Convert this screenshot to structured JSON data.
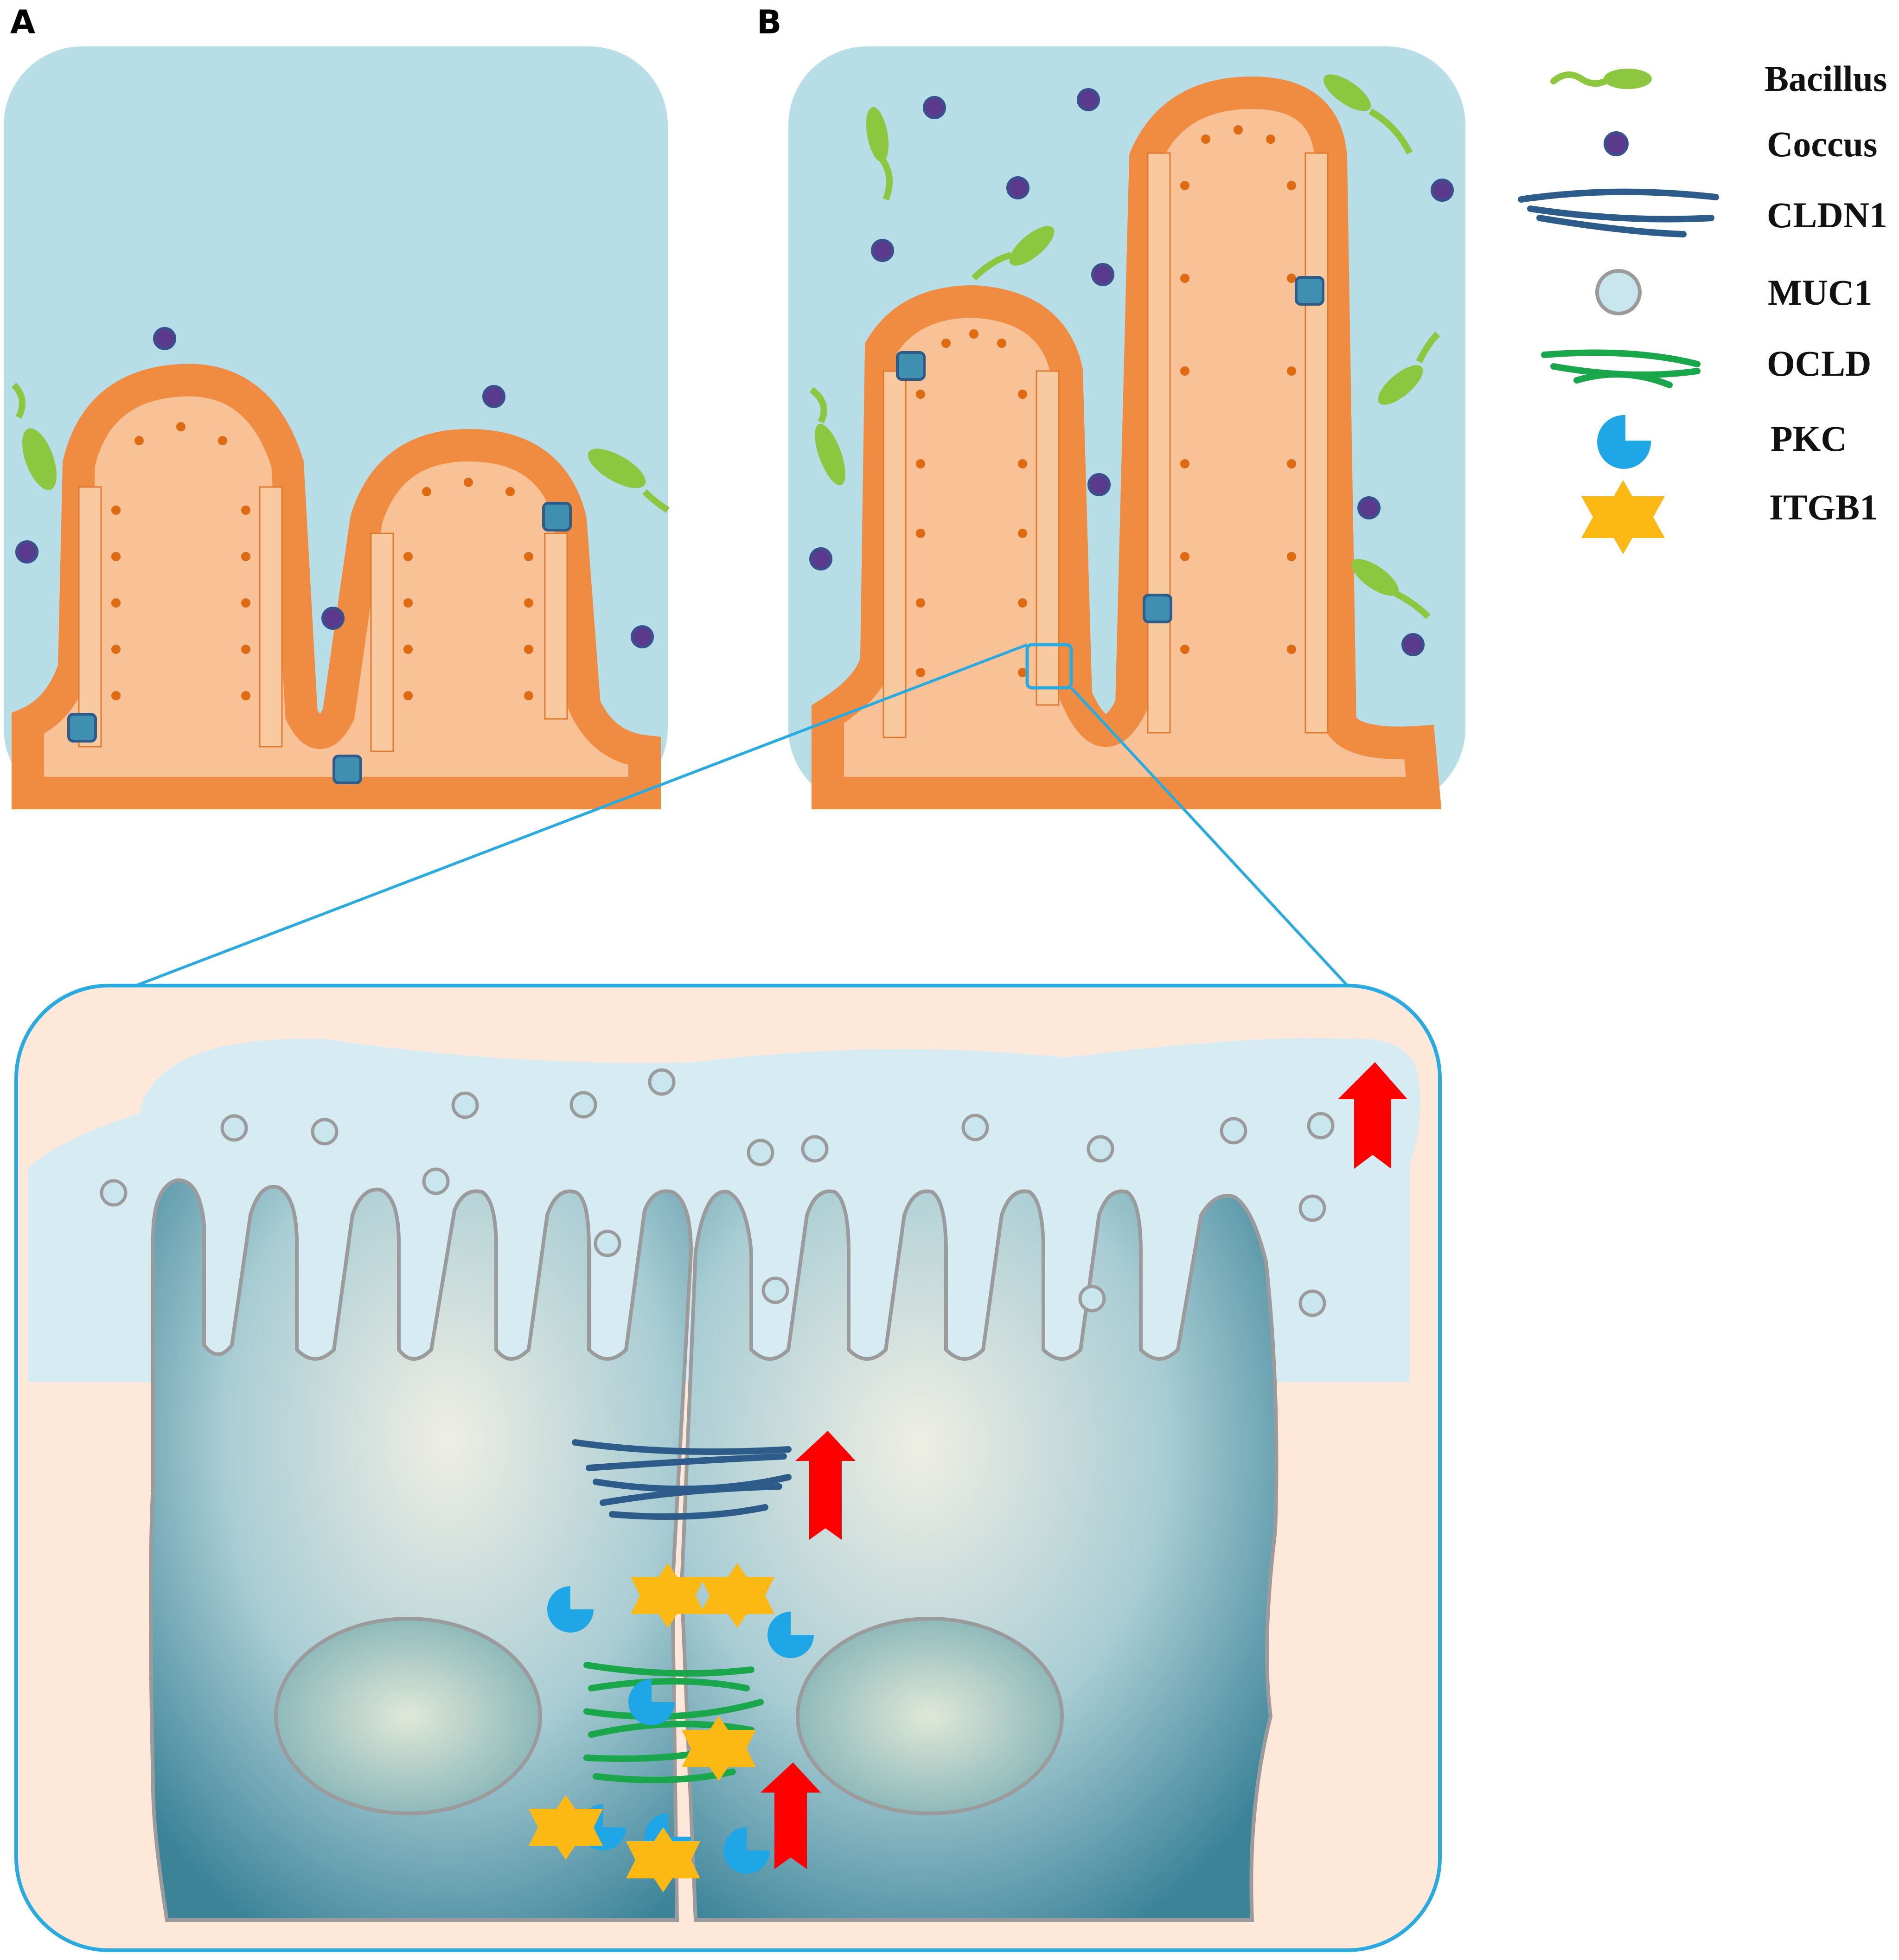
{
  "panels": {
    "a_label": "A",
    "b_label": "B"
  },
  "legend": {
    "items": [
      {
        "key": "bacillus",
        "label": "Bacillus",
        "icon": "bacillus-icon",
        "color": "#8dc63f"
      },
      {
        "key": "coccus",
        "label": "Coccus",
        "icon": "coccus-icon",
        "color": "#5b3a8e"
      },
      {
        "key": "cldn1",
        "label": "CLDN1",
        "icon": "cldn1-strand-icon",
        "color": "#2e5c8a"
      },
      {
        "key": "muc1",
        "label": "MUC1",
        "icon": "muc1-circle-icon",
        "color": "#c9e6ee"
      },
      {
        "key": "ocld",
        "label": "OCLD",
        "icon": "ocld-strand-icon",
        "color": "#1aa64a"
      },
      {
        "key": "pkc",
        "label": "PKC",
        "icon": "pkc-pacman-icon",
        "color": "#1ea6e6"
      },
      {
        "key": "itgb1",
        "label": "ITGB1",
        "icon": "itgb1-cross-icon",
        "color": "#fdb913"
      }
    ]
  },
  "colors": {
    "lumen": "#b7dde6",
    "epithelium": "#f08c42",
    "lamina": "#f8c196",
    "cell_fill": "#f9c9a0",
    "nucleus": "#e06a12",
    "detail_bg": "#fde8da",
    "detail_border": "#29aae1",
    "mucus": "#d6ecf2",
    "up_arrow": "#ff0000"
  },
  "annotations": {
    "up_arrows": [
      "mucus-increase-arrow",
      "cldn1-increase-arrow",
      "ocld-pkc-increase-arrow"
    ]
  }
}
